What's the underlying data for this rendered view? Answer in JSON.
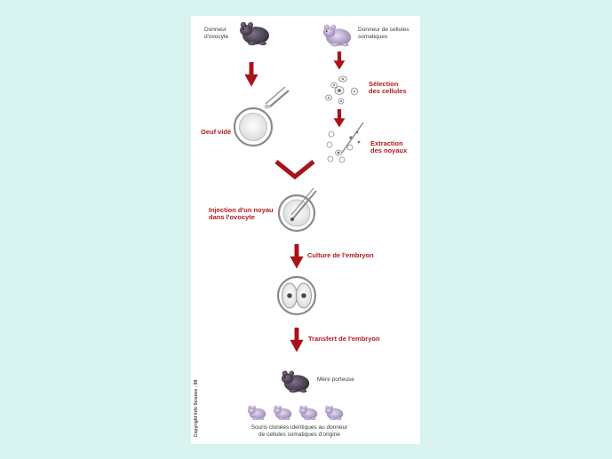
{
  "labels": {
    "donneur_ovocyte": "Donneur\nd'ovocyte",
    "donneur_cellules": "Donneur de cellules\nsomatiques",
    "selection": "Sélection\ndes cellules",
    "oeuf_vide": "Oeuf vidé",
    "extraction": "Extraction\ndes noyaux",
    "injection": "Injection d'un noyau\ndans l'ovocyte",
    "culture": "Culture de l'embryon",
    "transfert": "Transfert de l'embryon",
    "mere_porteuse": "Mère porteuse",
    "souris_clonees": "Souris clonées identiques au donneur\nde cellules somatiques d'origine",
    "copyright": "Copyright Info Science - 99"
  },
  "colors": {
    "page_background": "#d9f3f0",
    "panel_background": "#ffffff",
    "arrow_red": "#a8141a",
    "label_red": "#b3191f",
    "mouse_dark": "#4a3e4e",
    "mouse_light": "#b39dcb"
  },
  "icons": [
    "dark-mouse-icon",
    "light-mouse-icon",
    "down-arrow-icon",
    "chevron-merge-icon",
    "egg-cell-icon",
    "micropipette-icon",
    "two-cell-embryo-icon"
  ]
}
